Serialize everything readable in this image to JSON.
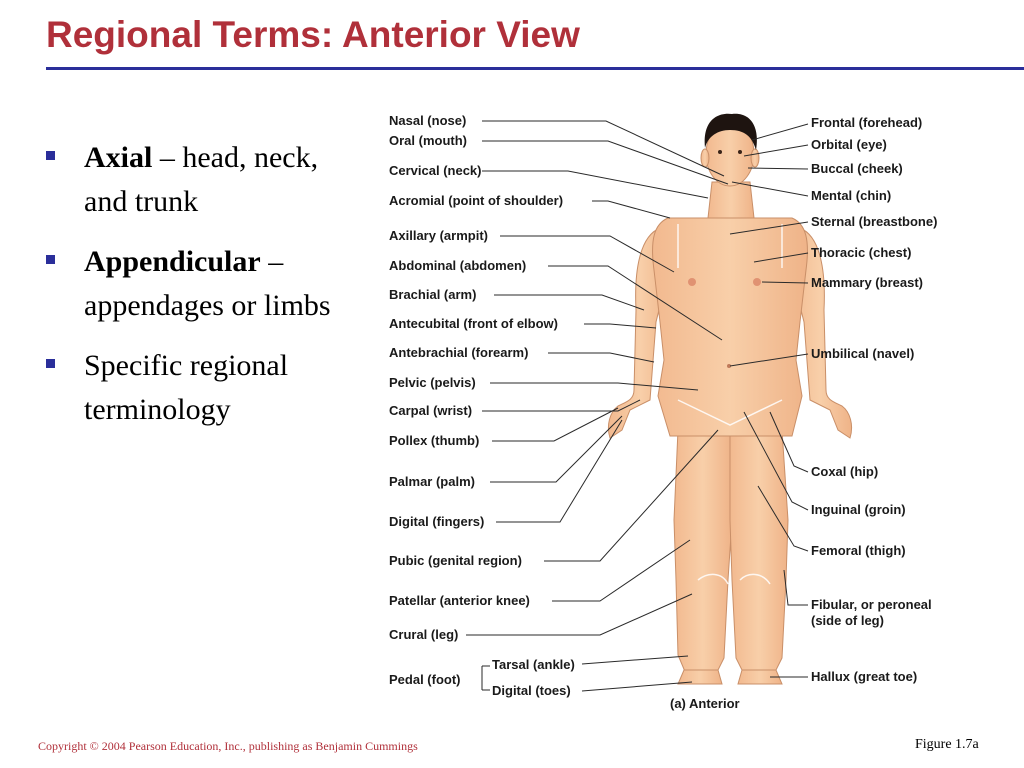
{
  "slide": {
    "title": "Regional Terms: Anterior View",
    "colors": {
      "title": "#b0303a",
      "rule": "#2a2e9a",
      "bullet": "#2a2e9a"
    },
    "bullets": [
      {
        "bold": "Axial",
        "rest": " – head, neck, and trunk"
      },
      {
        "bold": "Appendicular",
        "rest": " – appendages or limbs"
      },
      {
        "bold": "",
        "rest": "Specific regional terminology"
      }
    ],
    "footer": {
      "copyright": "Copyright © 2004 Pearson Education, Inc., publishing as Benjamin Cummings",
      "figure": "Figure 1.7a"
    }
  },
  "diagram": {
    "caption": "(a)  Anterior",
    "left_labels": [
      "Nasal (nose)",
      "Oral (mouth)",
      "Cervical (neck)",
      "Acromial (point of shoulder)",
      "Axillary (armpit)",
      "Abdominal (abdomen)",
      "Brachial (arm)",
      "Antecubital (front of elbow)",
      "Antebrachial (forearm)",
      "Pelvic (pelvis)",
      "Carpal (wrist)",
      "Pollex (thumb)",
      "Palmar (palm)",
      "Digital (fingers)",
      "Pubic (genital region)",
      "Patellar (anterior knee)",
      "Crural (leg)",
      "Pedal (foot)",
      "Tarsal (ankle)",
      "Digital (toes)"
    ],
    "right_labels": [
      "Frontal (forehead)",
      "Orbital (eye)",
      "Buccal (cheek)",
      "Mental (chin)",
      "Sternal (breastbone)",
      "Thoracic (chest)",
      "Mammary (breast)",
      "Umbilical (navel)",
      "Coxal (hip)",
      "Inguinal (groin)",
      "Femoral (thigh)",
      "Fibular, or peroneal",
      "(side of leg)",
      "Hallux (great toe)"
    ]
  }
}
